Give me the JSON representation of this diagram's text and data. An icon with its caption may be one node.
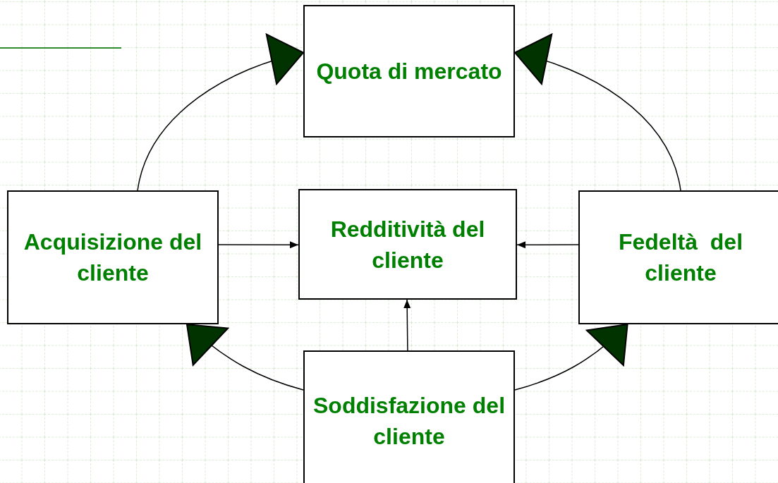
{
  "diagram": {
    "nodes": [
      {
        "text": [
          "Quota di mercato"
        ]
      },
      {
        "text": [
          "Acquisizione del cliente"
        ]
      },
      {
        "text": [
          "Redditività del cliente"
        ]
      },
      {
        "text": [
          "Fedeltà  del cliente"
        ]
      },
      {
        "text": [
          "Soddisfazione del   cliente"
        ]
      }
    ],
    "edges": [
      {
        "from": 1,
        "to": 2,
        "arrow": "to"
      },
      {
        "from": 3,
        "to": 2,
        "arrow": "to"
      },
      {
        "from": 4,
        "to": 2,
        "arrow": "to"
      },
      {
        "from": 1,
        "to": 0,
        "arrow": "to"
      },
      {
        "from": 3,
        "to": 0,
        "arrow": "to"
      },
      {
        "from": 4,
        "to": 1,
        "arrow": "to"
      },
      {
        "from": 4,
        "to": 3,
        "arrow": "to"
      }
    ]
  }
}
